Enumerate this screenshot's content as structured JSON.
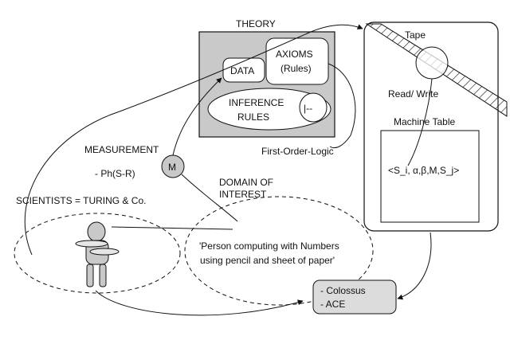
{
  "theory": {
    "title": "THEORY",
    "data_label": "DATA",
    "axioms_line1": "AXIOMS",
    "axioms_line2": "(Rules)",
    "inference_line1": "INFERENCE",
    "inference_line2": "RULES",
    "turnstile": "|--"
  },
  "logic_label": "First-Order-Logic",
  "measurement": {
    "label": "MEASUREMENT",
    "formula": "- Ph(S-R)",
    "node": "M"
  },
  "scientists_label": "SCIENTISTS = TURING & Co.",
  "domain": {
    "line1": "DOMAIN  OF",
    "line2": "INTEREST",
    "desc_line1": "'Person computing with Numbers",
    "desc_line2": "using pencil and sheet of paper'"
  },
  "machine": {
    "tape_label": "Tape",
    "head_label": "Read/ Write",
    "table_label": "Machine Table",
    "table_entry": "<S_i, α,β,M,S_j>"
  },
  "computers": {
    "line1": "- Colossus",
    "line2": "- ACE"
  }
}
